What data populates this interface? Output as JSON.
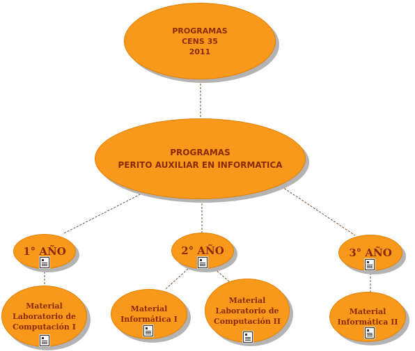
{
  "colors": {
    "node_fill": "#f9991c",
    "node_text": "#8a2a00",
    "link": "#7a4a2a",
    "shadow": "#b3b3b3"
  },
  "nodes": {
    "root": "PROGRAMAS\nCENS 35\n2011",
    "program": "PROGRAMAS\nPERITO AUXILIAR EN INFORMATICA",
    "year1": "1° AÑO",
    "year2": "2° AÑO",
    "year3": "3° AÑO",
    "mat_lab1": "Material\nLaboratorio de\nComputación I",
    "mat_inf1": "Material\nInformática I",
    "mat_lab2": "Material\nLaboratorio de\nComputación II",
    "mat_inf2": "Material\nInformática II"
  },
  "icons": {
    "document": "document-icon"
  }
}
